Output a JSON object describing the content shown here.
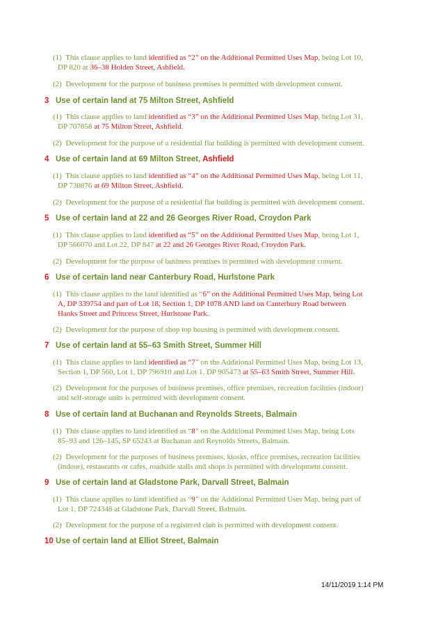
{
  "clause2": {
    "sub1": {
      "n": "(1)",
      "a": "This clause applies to land ",
      "b": "identified as “2” on the Additional Permitted Uses Map",
      "c": ", being Lot 10,",
      "d": "DP 820 at ",
      "e": "36–38 Holden Street, Ashfield."
    },
    "sub2": {
      "n": "(2)",
      "a": "Development for the purpose of business premises is permitted with development consent."
    }
  },
  "clause3": {
    "num": "3",
    "title": "Use of certain land at 75 Milton Street, Ashfield",
    "sub1": {
      "n": "(1)",
      "a": "This clause applies to land ",
      "b": "identified as “3” on the Additional Permitted Uses Map",
      "c": ", being Lot 31,",
      "d": "DP 707858 ",
      "e": "at 75 Milton Street, Ashfield."
    },
    "sub2": {
      "n": "(2)",
      "a": "Development for the purpose of a residential flat building is permitted with development consent."
    }
  },
  "clause4": {
    "num": "4",
    "title_a": "Use of certain land at 69 Milton Street, ",
    "title_b": "Ashfield",
    "sub1": {
      "n": "(1)",
      "a": "This clause applies to land ",
      "b": "identified as “4” on the Additional Permitted Uses Map",
      "c": ", being Lot 11,",
      "d": "DP 730876 ",
      "e": "at 69 Milton Street, Ashfield."
    },
    "sub2": {
      "n": "(2)",
      "a": "Development for the purpose of a residential flat building is permitted with development consent."
    }
  },
  "clause5": {
    "num": "5",
    "title": "Use of certain land at 22 and 26 Georges River Road, Croydon Park",
    "sub1": {
      "n": "(1)",
      "a": "This clause applies to land ",
      "b": "identified as “5” on the Additional Permitted Uses Map",
      "c": ", being Lot 1,",
      "d": "DP 566070 and Lot 22, DP 847 ",
      "e": "at 22 and 26 Georges River Road, Croydon Park."
    },
    "sub2": {
      "n": "(2)",
      "a": "Development for the purpose of business premises is permitted with development consent."
    }
  },
  "clause6": {
    "num": "6",
    "title": "Use of certain land near Canterbury Road, Hurlstone Park",
    "sub1": {
      "n": "(1)",
      "a": "This clause applies to the land identified as “",
      "b": "6” on the Additional Permitted Uses Map, being Lot",
      "line2": "A, DP 339754 and part of Lot 18, Section 1, DP 1078 AND land on Canterbury Road between",
      "line3": "Hanks Street and Princess Street, Hurlstone Park."
    },
    "sub2": {
      "n": "(2)",
      "a": "Development for the purpose of shop top housing is permitted with development consent."
    }
  },
  "clause7": {
    "num": "7",
    "title": "Use of certain land at 55–63 Smith Street, Summer Hill",
    "sub1": {
      "n": "(1)",
      "a": "This clause applies to land ",
      "b": "identified as “7",
      "c": "” on the Additional Permitted Uses Map, being Lot 13,",
      "d": "Section 1, DP 560, Lot 1, DP 796910 and Lot 1, DP 905473 ",
      "e": "at 55–63 Smith Street, Summer Hill."
    },
    "sub2": {
      "n": "(2)",
      "a": "Development for the purposes of business premises, office premises, recreation facilities (indoor)",
      "b": "and self-storage units is permitted with development consent."
    }
  },
  "clause8": {
    "num": "8",
    "title": "Use of certain land at Buchanan and Reynolds Streets, Balmain",
    "sub1": {
      "n": "(1)",
      "a": "This clause applies to land identified as “",
      "b": "8",
      "c": "” on the Additional Permitted Uses Map, being Lots",
      "d": "85–93 and 126–145, SP 65243 at Buchanan and Reynolds Streets, Balmain."
    },
    "sub2": {
      "n": "(2)",
      "a": "Development for the purposes of business premises, kiosks, office premises, recreation facilities",
      "b": "(indoor), restaurants or cafes, roadside stalls and shops is permitted with development consent."
    }
  },
  "clause9": {
    "num": "9",
    "title": "Use of certain land at Gladstone Park, Darvall Street, Balmain",
    "sub1": {
      "n": "(1)",
      "a": "This clause applies to land identified as “",
      "b": "9",
      "c": "” on the Additional Permitted Uses Map, being part of",
      "d": "Lot 1, DP 724348 at Gladstone Park, Darvall Street, Balmain."
    },
    "sub2": {
      "n": "(2)",
      "a": "Development for the purpose of a registered club is permitted with development consent."
    }
  },
  "clause10": {
    "num": "10",
    "title": "Use of certain land at Elliot Street, Balmain"
  },
  "footer": {
    "timestamp": "14/11/2019 1:14 PM"
  },
  "colors": {
    "text_green": "#7a9a3a",
    "heading_green": "#6e8f2c",
    "highlight_red": "#e01c1c"
  }
}
